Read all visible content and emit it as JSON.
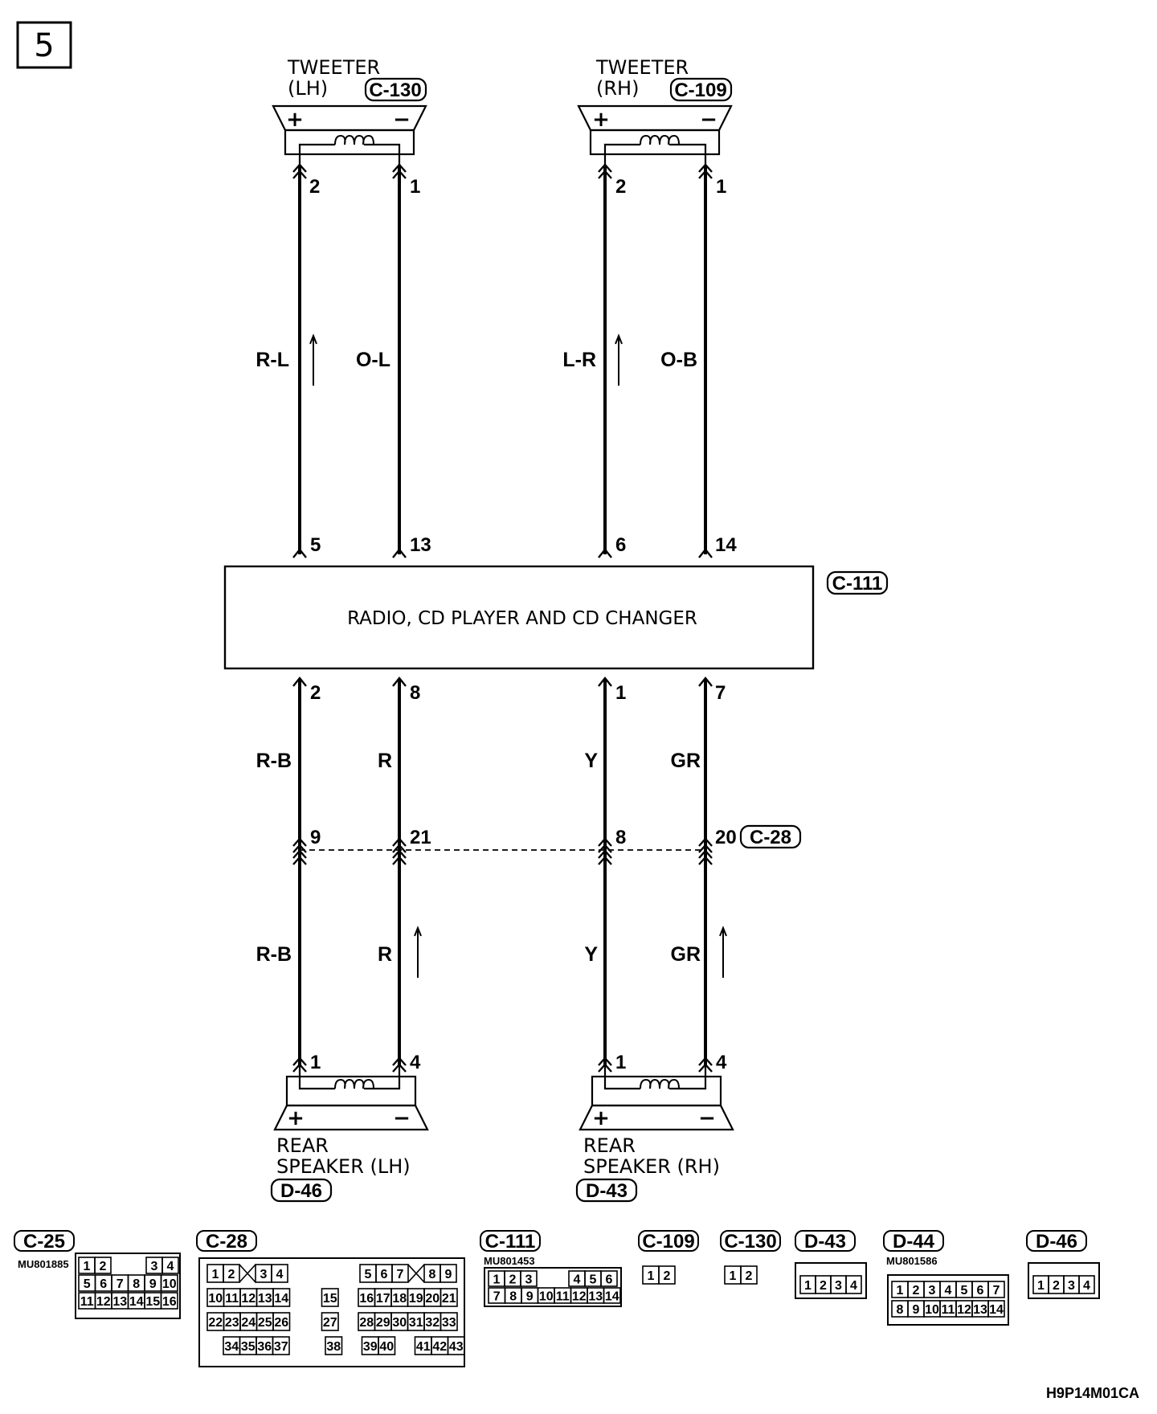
{
  "page_number": "5",
  "figure_code": "H9P14M01CA",
  "tweeter_lh": {
    "line1": "TWEETER",
    "line2": "(LH)",
    "connector": "C-130",
    "plus": "+",
    "minus": "−",
    "pin_a": "2",
    "pin_b": "1"
  },
  "tweeter_rh": {
    "line1": "TWEETER",
    "line2": "(RH)",
    "connector": "C-109",
    "plus": "+",
    "minus": "−",
    "pin_a": "2",
    "pin_b": "1"
  },
  "radio": {
    "label": "RADIO, CD PLAYER AND CD CHANGER",
    "connector": "C-111",
    "top_pins": [
      "5",
      "13",
      "6",
      "14"
    ],
    "bottom_pins": [
      "2",
      "8",
      "1",
      "7"
    ]
  },
  "upper_wires": [
    "R-L",
    "O-L",
    "L-R",
    "O-B"
  ],
  "middle_wires": [
    "R-B",
    "R",
    "Y",
    "GR"
  ],
  "lower_wires": [
    "R-B",
    "R",
    "Y",
    "GR"
  ],
  "junction": {
    "connector": "C-28",
    "pins": [
      "9",
      "21",
      "8",
      "20"
    ]
  },
  "rear_lh": {
    "line1": "REAR",
    "line2": "SPEAKER (LH)",
    "connector": "D-46",
    "plus": "+",
    "minus": "−",
    "pin_a": "1",
    "pin_b": "4"
  },
  "rear_rh": {
    "line1": "REAR",
    "line2": "SPEAKER (RH)",
    "connector": "D-43",
    "plus": "+",
    "minus": "−",
    "pin_a": "1",
    "pin_b": "4"
  },
  "legend": {
    "c25": {
      "title": "C-25",
      "part": "MU801885",
      "row1": [
        "1",
        "2",
        "3",
        "4"
      ],
      "row2": [
        "5",
        "6",
        "7",
        "8",
        "9",
        "10"
      ],
      "row3": [
        "11",
        "12",
        "13",
        "14",
        "15",
        "16"
      ]
    },
    "c28": {
      "title": "C-28",
      "row1": [
        "1",
        "2",
        "3",
        "4",
        "5",
        "6",
        "7",
        "8",
        "9"
      ],
      "row2": [
        "10",
        "11",
        "12",
        "13",
        "14",
        "15",
        "16",
        "17",
        "18",
        "19",
        "20",
        "21"
      ],
      "row3": [
        "22",
        "23",
        "24",
        "25",
        "26",
        "27",
        "28",
        "29",
        "30",
        "31",
        "32",
        "33"
      ],
      "row4": [
        "34",
        "35",
        "36",
        "37",
        "38",
        "39",
        "40",
        "41",
        "42",
        "43"
      ]
    },
    "c111": {
      "title": "C-111",
      "part": "MU801453",
      "row1": [
        "1",
        "2",
        "3",
        "4",
        "5",
        "6"
      ],
      "row2": [
        "7",
        "8",
        "9",
        "10",
        "11",
        "12",
        "13",
        "14"
      ]
    },
    "c109": {
      "title": "C-109",
      "pins": [
        "1",
        "2"
      ]
    },
    "c130": {
      "title": "C-130",
      "pins": [
        "1",
        "2"
      ]
    },
    "d43": {
      "title": "D-43",
      "pins": [
        "1",
        "2",
        "3",
        "4"
      ]
    },
    "d44": {
      "title": "D-44",
      "part": "MU801586",
      "row1": [
        "1",
        "2",
        "3",
        "4",
        "5",
        "6",
        "7"
      ],
      "row2": [
        "8",
        "9",
        "10",
        "11",
        "12",
        "13",
        "14"
      ]
    },
    "d46": {
      "title": "D-46",
      "pins": [
        "1",
        "2",
        "3",
        "4"
      ]
    }
  }
}
